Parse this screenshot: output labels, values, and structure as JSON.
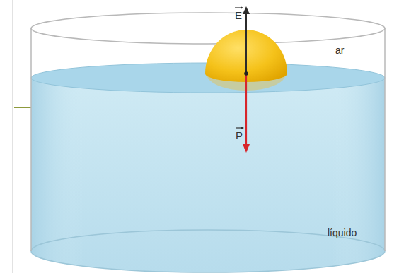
{
  "diagram": {
    "labels": [
      "E",
      "P",
      "ar",
      "líquido"
    ]
  }
}
